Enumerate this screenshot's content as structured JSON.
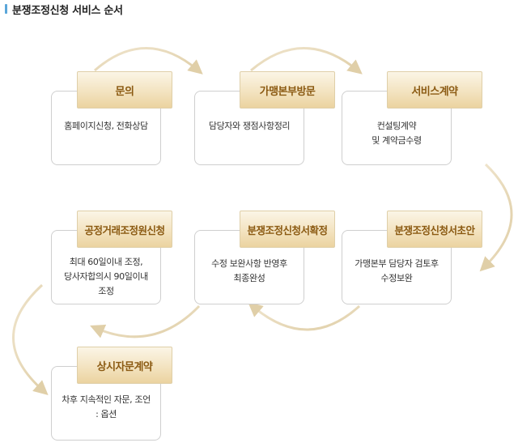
{
  "title": "분쟁조정신청 서비스 순서",
  "steps": [
    {
      "label": "문의",
      "desc": "홈페이지신청, 전화상담"
    },
    {
      "label": "가맹본부방문",
      "desc": "담당자와 쟁점사항정리"
    },
    {
      "label": "서비스계약",
      "desc": "컨설팅계약\n및 계약금수령"
    },
    {
      "label": "분쟁조정신청서초안",
      "desc": "가맹본부 담당자 검토후\n수정보완"
    },
    {
      "label": "분쟁조정신청서확정",
      "desc": "수정 보완사항 반영후\n최종완성"
    },
    {
      "label": "공정거래조정원신청",
      "desc": "최대 60일이내 조정,\n당사자합의시 90일이내\n조정"
    },
    {
      "label": "상시자문계약",
      "desc": "차후 지속적인 자문, 조언\n: 옵션"
    }
  ],
  "colors": {
    "label_text": "#8b5a12",
    "arrow": "#e7d9ba",
    "card_border": "#cfcfcf",
    "title_mark": "#5aa6d9"
  }
}
